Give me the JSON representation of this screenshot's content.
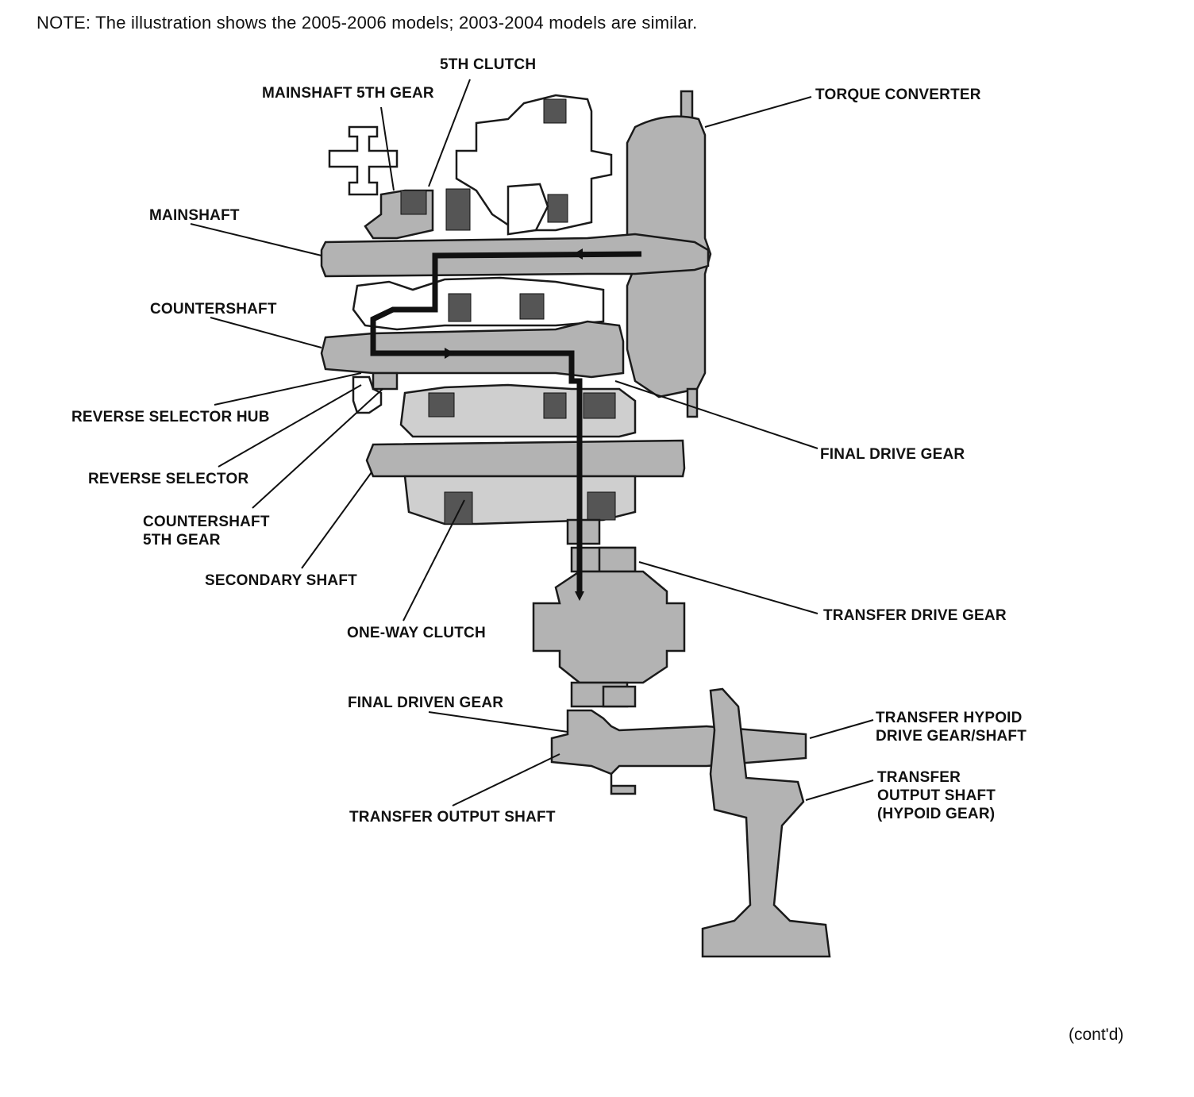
{
  "note": "NOTE: The illustration shows the 2005-2006 models; 2003-2004 models are similar.",
  "labels": {
    "fifth_clutch": "5TH CLUTCH",
    "mainshaft_5th_gear": "MAINSHAFT 5TH GEAR",
    "torque_converter": "TORQUE CONVERTER",
    "mainshaft": "MAINSHAFT",
    "countershaft": "COUNTERSHAFT",
    "reverse_selector_hub": "REVERSE SELECTOR HUB",
    "reverse_selector": "REVERSE SELECTOR",
    "countershaft_5th_gear": "COUNTERSHAFT\n5TH GEAR",
    "secondary_shaft": "SECONDARY SHAFT",
    "one_way_clutch": "ONE-WAY CLUTCH",
    "final_drive_gear": "FINAL DRIVE GEAR",
    "transfer_drive_gear": "TRANSFER DRIVE GEAR",
    "final_driven_gear": "FINAL DRIVEN GEAR",
    "transfer_hypoid_drive_gear_shaft": "TRANSFER HYPOID\nDRIVE GEAR/SHAFT",
    "transfer_output_shaft_hypoid": "TRANSFER\nOUTPUT SHAFT\n(HYPOID GEAR)",
    "transfer_output_shaft": "TRANSFER OUTPUT SHAFT"
  },
  "contd": "(cont'd)",
  "colors": {
    "part_fill": "#b3b3b3",
    "outline": "#1a1a1a",
    "power_flow": "#111111"
  }
}
